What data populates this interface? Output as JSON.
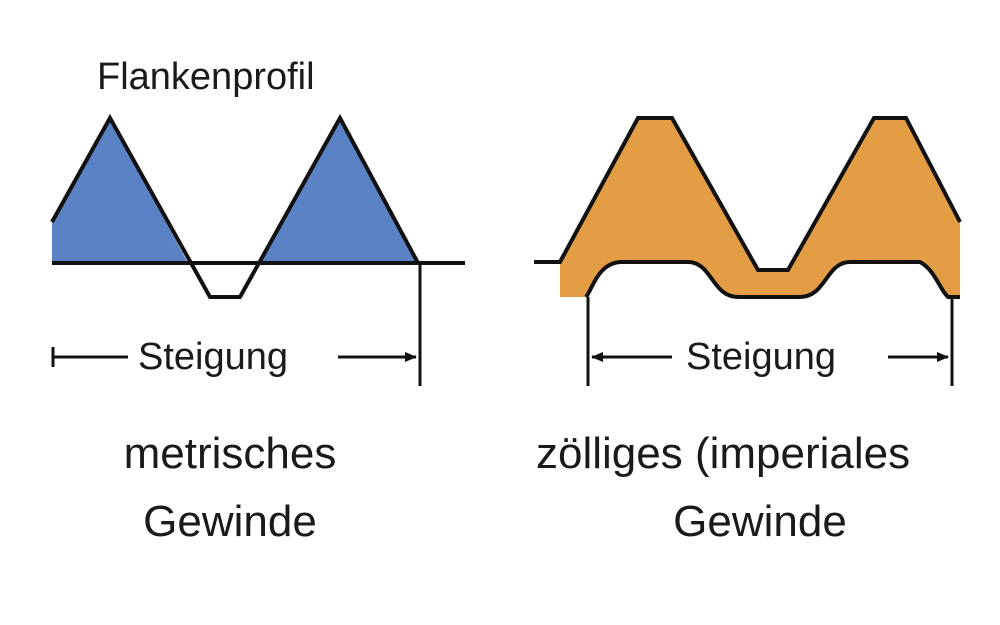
{
  "metric": {
    "profile_label": "Flankenprofil",
    "pitch_label": "Steigung",
    "title_line1": "metrisches",
    "title_line2": "Gewinde",
    "fill_color": "#5b82c4"
  },
  "imperial": {
    "pitch_label": "Steigung",
    "title_line1": "zölliges (imperiales",
    "title_line2": "Gewinde",
    "fill_color": "#e39d44"
  },
  "line_color": "#111111"
}
